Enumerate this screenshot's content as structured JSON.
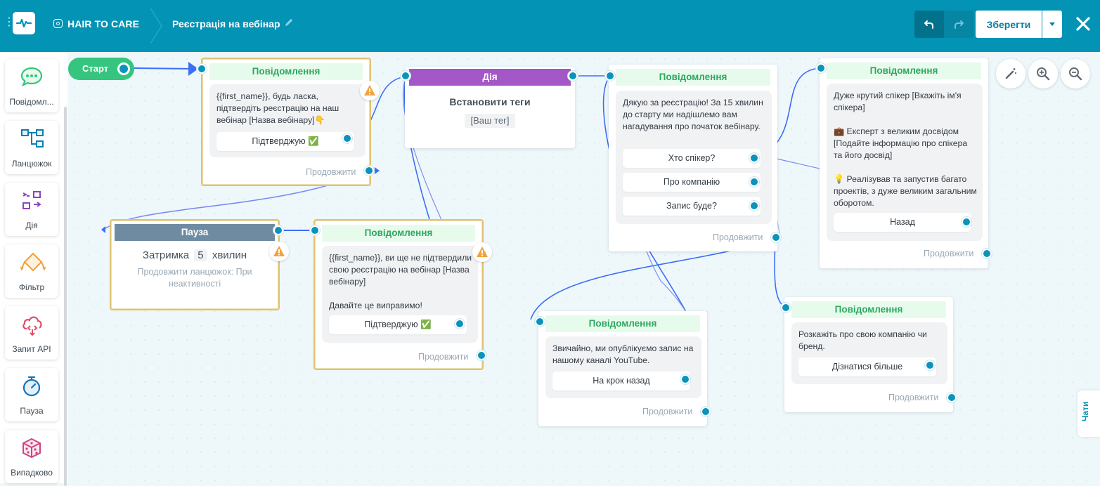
{
  "header": {
    "account_name": "HAIR TO CARE",
    "flow_title": "Реєстрація на вебінар",
    "save_label": "Зберегти",
    "icons": [
      "menu-dots-icon",
      "pulse-logo-icon",
      "instagram-icon",
      "pencil-icon",
      "undo-icon",
      "redo-icon",
      "chevron-down-icon",
      "close-icon"
    ]
  },
  "sidebar": {
    "items": [
      {
        "label": "Повідомл...",
        "icon": "chat-bubble-icon",
        "color": "#35c57e"
      },
      {
        "label": "Ланцюжок",
        "icon": "flowchart-icon",
        "color": "#0a7fb3"
      },
      {
        "label": "Дія",
        "icon": "action-icon",
        "color": "#8e44c0"
      },
      {
        "label": "Фільтр",
        "icon": "filter-icon",
        "color": "#f0a035"
      },
      {
        "label": "Запит API",
        "icon": "cloud-api-icon",
        "color": "#e24c6a"
      },
      {
        "label": "Пауза",
        "icon": "stopwatch-icon",
        "color": "#1673b7"
      },
      {
        "label": "Випадково",
        "icon": "dice-icon",
        "color": "#d0457f"
      }
    ]
  },
  "canvas": {
    "start_label": "Старт",
    "continue_label": "Продовжити",
    "chats_tab": "Чати",
    "colors": {
      "message_accent": "#35c57e",
      "action_accent": "#a457c6",
      "pause_accent": "#6f8ba2",
      "port": "#0b93bc",
      "wire": "#3d6ef5",
      "selected_border": "#e1c272"
    },
    "nodes": {
      "msg1": {
        "title": "Повідомлення",
        "text": "{{first_name}}, будь ласка, підтвердіть реєстрацію на наш вебінар [Назва вебінару]👇",
        "buttons": [
          "Підтверджую ✅"
        ]
      },
      "action1": {
        "title": "Дія",
        "text": "Встановити теги",
        "tag": "[Ваш тег]"
      },
      "pause1": {
        "title": "Пауза",
        "delay_prefix": "Затримка",
        "delay_value": "5",
        "delay_unit": "хвилин",
        "note": "Продовжити ланцюжок: При неактивності"
      },
      "msg2": {
        "title": "Повідомлення",
        "text": "{{first_name}}, ви ще не підтвердили свою реєстрацію на вебінар [Назва вебінару]\n\nДавайте це виправимо!",
        "buttons": [
          "Підтверджую ✅"
        ]
      },
      "msg3": {
        "title": "Повідомлення",
        "text": "Дякую за реєстрацію! За 15 хвилин до старту ми надішлемо вам нагадування про початок вебінару.",
        "buttons": [
          "Хто спікер?",
          "Про компанію",
          "Запис буде?"
        ]
      },
      "msg4": {
        "title": "Повідомлення",
        "text": "Дуже крутий спікер [Вкажіть ім'я спікера]\n\n💼 Експерт з великим досвідом [Подайте інформацію про спікера та його досвід]\n\n💡 Реалізував та запустив багато проектів, з дуже великим загальним оборотом.",
        "buttons": [
          "Назад"
        ]
      },
      "msg5": {
        "title": "Повідомлення",
        "text": "Звичайно, ми опублікуємо запис на нашому каналі YouTube.",
        "buttons": [
          "На крок назад"
        ]
      },
      "msg6": {
        "title": "Повідомлення",
        "text": "Розкажіть про свою компанію чи бренд.",
        "buttons": [
          "Дізнатися більше"
        ]
      }
    }
  }
}
